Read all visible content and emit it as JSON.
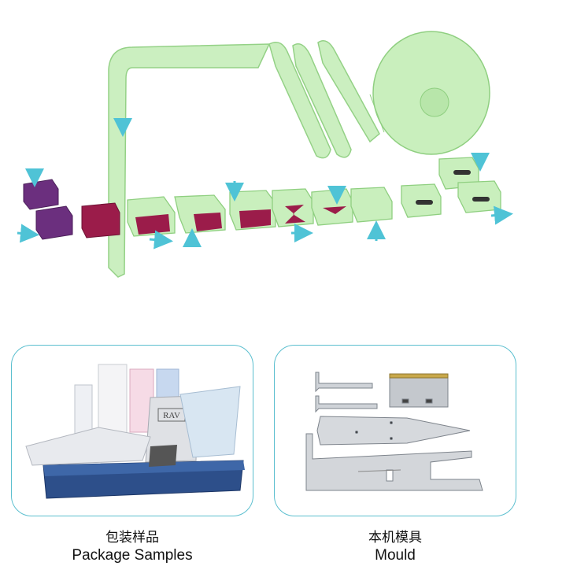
{
  "colors": {
    "film": "#c9efbd",
    "film_stroke": "#8fcf80",
    "product_purple": "#6b2f7e",
    "product_magenta": "#9b1c4a",
    "arrow": "#4fc3d6",
    "panel_border": "#5bbfcf"
  },
  "process_diagram": {
    "icons": [
      "film-roll-icon",
      "product-block-icon",
      "flow-arrow-icon",
      "wrapped-package-icon"
    ]
  },
  "panels": {
    "samples": {
      "title_cn": "包装样品",
      "title_en": "Package Samples",
      "box_label": "RAV"
    },
    "mould": {
      "title_cn": "本机模具",
      "title_en": "Mould"
    }
  }
}
